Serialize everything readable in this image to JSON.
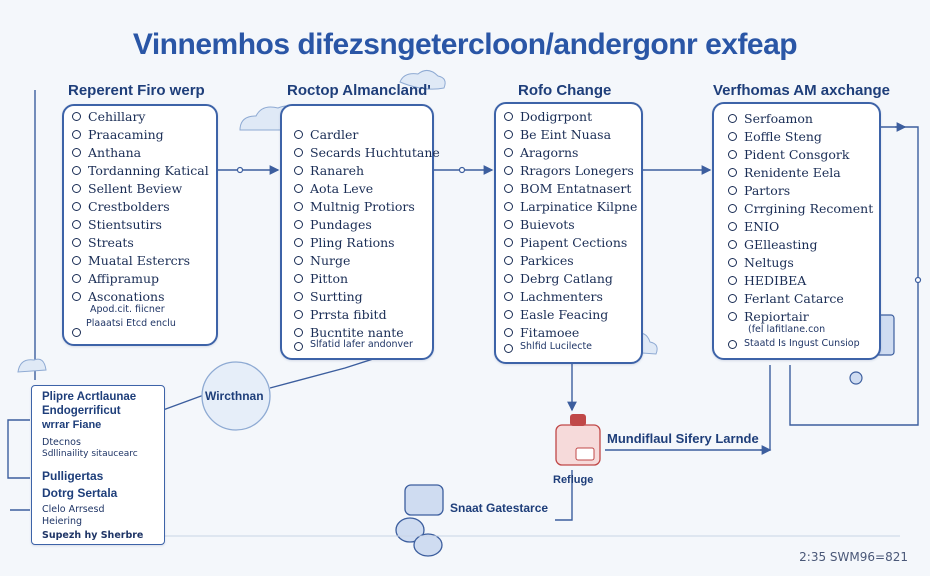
{
  "title": "Vinnemhos difezsngetercloon/andergonr exfeap",
  "columns": [
    {
      "heading": "Reperent Firo werp",
      "items": [
        "Cehillary",
        "Praacaming",
        "Anthana",
        "Tordanning Katical",
        "Sellent Beview",
        "Crestbolders",
        "Stientsutirs",
        "Streats",
        "Muatal Estercrs",
        "Affipramup",
        "Asconations"
      ],
      "notes": [
        "Apod.cit. fiicner",
        "Plaaatsi Etcd enclu"
      ]
    },
    {
      "heading": "Roctop Almancland'",
      "items": [
        "Cardler",
        "Secards Huchtutane",
        "Ranareh",
        "Aota Leve",
        "Multnig Protiors",
        "Pundages",
        "Pling Rations",
        "Nurge",
        "Pitton",
        "Surtting",
        "Prrsta fibitd",
        "Bucntite nante"
      ],
      "notes": [
        "Slfatid lafer andonver"
      ]
    },
    {
      "heading": "Rofo Change",
      "items": [
        "Dodigrpont",
        "Be Eint Nuasa",
        "Aragorns",
        "Rragors Lonegers",
        "BOM Entatnasert",
        "Larpinatice Kilpne",
        "Buievots",
        "Piapent Cections",
        "Parkices",
        "Debrg Catlang",
        "Lachmenters",
        "Easle Feacing",
        "Fitamoee"
      ],
      "notes": [
        "Shlfid Lucilecte"
      ]
    },
    {
      "heading": "Verfhomas AM axchange",
      "items": [
        "Serfoamon",
        "Eoffle Steng",
        "Pident Consgork",
        "Renidente Eela",
        "Partors",
        "Crrgining Recoment",
        "ENIO",
        "GElleasting",
        "Neltugs",
        "HEDIBEA",
        "Ferlant Catarce",
        "Repiortair"
      ],
      "notes": [
        "(fel lafitlane.con",
        "Staatd Is Ingust Cunsiop"
      ]
    }
  ],
  "left_box": {
    "lines": [
      "Plipre Acrtlaunae",
      "Endogerrificut",
      "wrrar Fiane",
      "Dtecnos",
      "Sdllinaility sitaucearc",
      "Pulligertas",
      "Dotrg Sertala",
      "Clelo Arrsesd",
      "Heiering",
      "Supezh hy Sherbre"
    ]
  },
  "labels": {
    "bubble": "Wircthnan",
    "monitor": "Mundiflaul Sifery Larnde",
    "refuge": "Refluge",
    "gatestance": "Snaat Gatestarce"
  },
  "footer": "2:35 SWM96=821",
  "colors": {
    "panel_border": "#3d63a8",
    "line": "#3c5e9e",
    "title": "#2a56a6",
    "background": "#f4f7fb"
  }
}
